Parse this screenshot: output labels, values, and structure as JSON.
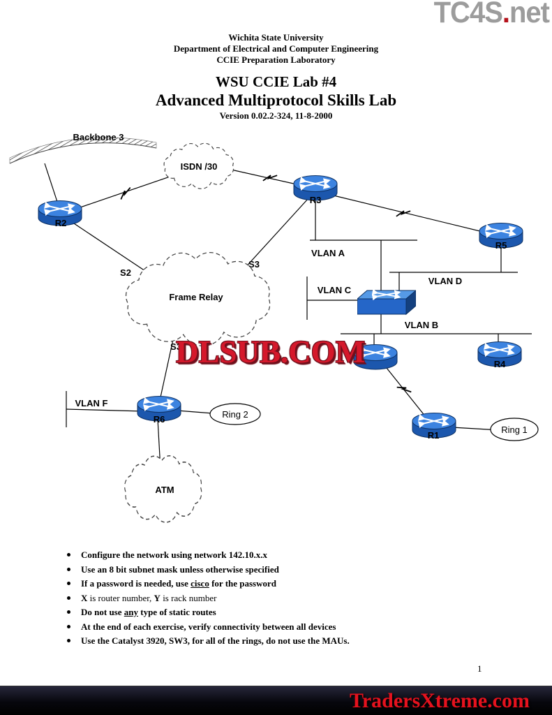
{
  "branding": {
    "logo_name": "TC4S",
    "logo_dot": ".",
    "logo_tld": "net",
    "watermark": "DLSUB.COM",
    "footer_banner": "TradersXtreme.com"
  },
  "header": {
    "institution": "Wichita State University",
    "department": "Department of Electrical and Computer Engineering",
    "lab_name": "CCIE Preparation Laboratory",
    "title_line1": "WSU CCIE Lab #4",
    "title_line2": "Advanced Multiprotocol Skills Lab",
    "version": "Version 0.02.2-324, 11-8-2000"
  },
  "diagram": {
    "backbone_label": "Backbone 3",
    "cloud_isdn": "ISDN /30",
    "cloud_frame_relay": "Frame Relay",
    "cloud_atm": "ATM",
    "ring_1": "Ring 1",
    "ring_2": "Ring 2",
    "vlan_a": "VLAN A",
    "vlan_b": "VLAN B",
    "vlan_c": "VLAN C",
    "vlan_d": "VLAN D",
    "vlan_f": "VLAN F",
    "serial_s2": "S2",
    "serial_s3_r3": "S3",
    "serial_s3_r6": "S3",
    "router_r1": "R1",
    "router_r2": "R2",
    "router_r3": "R3",
    "router_r4": "R4",
    "router_r5": "R5",
    "router_r6": "R6"
  },
  "instructions": [
    {
      "segments": [
        "Configure the network using network 142.10.x.x"
      ]
    },
    {
      "segments": [
        "Use an 8 bit subnet mask unless otherwise specified"
      ]
    },
    {
      "segments": [
        "If a password is needed, use ",
        "cisco",
        " for the password"
      ]
    },
    {
      "segments": [
        "X",
        " is router number, ",
        "Y",
        " is rack number"
      ]
    },
    {
      "segments": [
        "Do not use ",
        "any",
        " type of static routes"
      ]
    },
    {
      "segments": [
        "At the end of each exercise, verify connectivity between all devices"
      ]
    },
    {
      "segments": [
        "Use the Catalyst 3920, SW3, for all of the rings, do not use the MAUs."
      ]
    }
  ],
  "page_number": "1",
  "colors": {
    "router_blue": "#2c6fd2",
    "logo_gray": "#9c9c9c",
    "watermark_red": "#d5182b",
    "footer_red": "#e5121e",
    "footer_bg": "#07070d"
  }
}
